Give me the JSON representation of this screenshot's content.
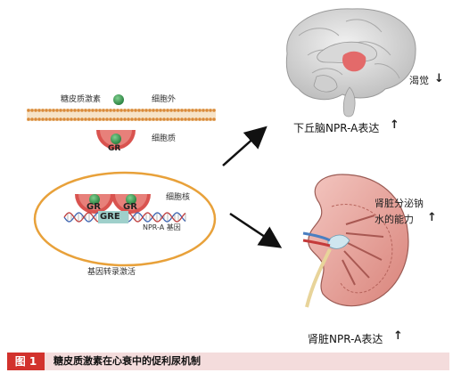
{
  "labels": {
    "glucocorticoid": "糖皮质激素",
    "extracellular": "细胞外",
    "cytoplasm": "细胞质",
    "nucleus": "细胞核",
    "gr": "GR",
    "gre": "GRE",
    "npra_gene": "NPR-A 基因",
    "gene_transcription": "基因转录激活",
    "thirst": "渴觉",
    "hypothalamus_npra": "下丘脑NPR-A表达",
    "renal_natriuresis_line1": "肾脏分泌钠",
    "renal_natriuresis_line2": "水的能力",
    "kidney_npra": "肾脏NPR-A表达"
  },
  "arrows": {
    "up": "↑",
    "down": "↓"
  },
  "caption": {
    "figure_label": "图 1",
    "title": "糖皮质激素在心衰中的促利尿机制"
  },
  "colors": {
    "receptor": "#d9534f",
    "receptor_light": "#f2a29c",
    "ligand": "#2f9a4a",
    "membrane": "#d98a3a",
    "nucleus_outline": "#e8a13a",
    "gre_box": "#9fd0cb",
    "dna_blue": "#3a63b5",
    "dna_red": "#c43a3a",
    "caption_badge": "#d2322d",
    "caption_bg": "#f4dcdc"
  },
  "icons": [
    "brain-illustration",
    "kidney-illustration",
    "dna-helix",
    "membrane-bilayer"
  ]
}
